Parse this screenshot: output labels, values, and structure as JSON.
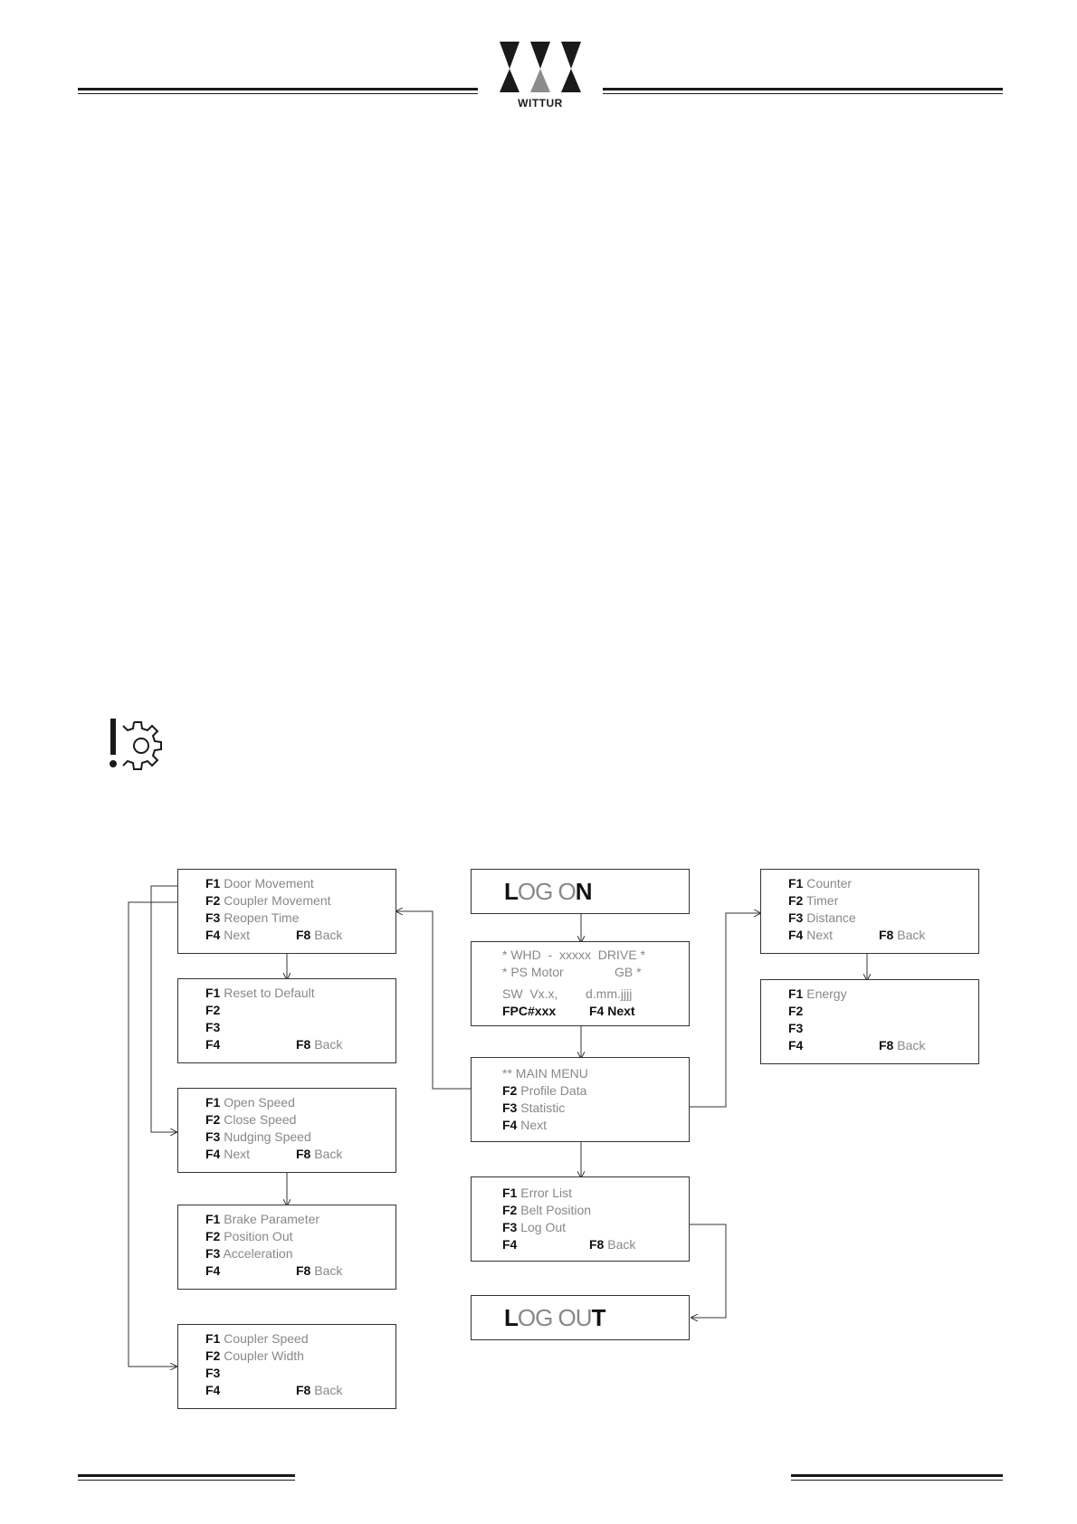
{
  "brand": {
    "name": "WITTUR"
  },
  "icons": {
    "logo": "wittur-logo",
    "caution": "caution-gear-icon"
  },
  "colors": {
    "ink": "#1a1a1a",
    "logo_gray": "#8c8c8c"
  },
  "diagram": {
    "log_on": {
      "first": "L",
      "rest": "OG O",
      "last": "N"
    },
    "info": {
      "l1": "* WHD  -  xxxxx  DRIVE *",
      "l2a": "* PS Motor",
      "l2b": "GB *",
      "l3a": "SW  Vx.x,",
      "l3b": "d.mm.jjjj",
      "l4a": "FPC#xxx",
      "l4b": "F4 Next"
    },
    "main": {
      "l1": "** MAIN MENU",
      "f2k": "F2",
      "f2t": " Profile Data",
      "f3k": "F3",
      "f3t": " Statistic",
      "f4k": "F4",
      "f4t": " Next"
    },
    "main2": {
      "f1k": "F1",
      "f1t": " Error List",
      "f2k": "F2",
      "f2t": " Belt Position",
      "f3k": "F3",
      "f3t": " Log Out",
      "f4k": "F4",
      "f8k": "F8",
      "f8t": " Back"
    },
    "log_out": {
      "first": "L",
      "rest": "OG OU",
      "last": "T"
    },
    "profile1": {
      "f1k": "F1",
      "f1t": " Door Movement",
      "f2k": "F2",
      "f2t": " Coupler Movement",
      "f3k": "F3",
      "f3t": " Reopen Time",
      "f4k": "F4",
      "f4t": " Next",
      "f8k": "F8",
      "f8t": " Back"
    },
    "profile2": {
      "f1k": "F1",
      "f1t": " Reset to Default",
      "f2k": "F2",
      "f3k": "F3",
      "f4k": "F4",
      "f8k": "F8",
      "f8t": " Back"
    },
    "door1": {
      "f1k": "F1",
      "f1t": " Open Speed",
      "f2k": "F2",
      "f2t": " Close Speed",
      "f3k": "F3",
      "f3t": " Nudging Speed",
      "f4k": "F4",
      "f4t": " Next",
      "f8k": "F8",
      "f8t": " Back"
    },
    "door2": {
      "f1k": "F1",
      "f1t": " Brake Parameter",
      "f2k": "F2",
      "f2t": " Position Out",
      "f3k": "F3",
      "f3t": " Acceleration",
      "f4k": "F4",
      "f8k": "F8",
      "f8t": " Back"
    },
    "coupler": {
      "f1k": "F1",
      "f1t": " Coupler Speed",
      "f2k": "F2",
      "f2t": " Coupler Width",
      "f3k": "F3",
      "f4k": "F4",
      "f8k": "F8",
      "f8t": " Back"
    },
    "stat1": {
      "f1k": "F1",
      "f1t": " Counter",
      "f2k": "F2",
      "f2t": " Timer",
      "f3k": "F3",
      "f3t": " Distance",
      "f4k": "F4",
      "f4t": " Next",
      "f8k": "F8",
      "f8t": " Back"
    },
    "stat2": {
      "f1k": "F1",
      "f1t": " Energy",
      "f2k": "F2",
      "f3k": "F3",
      "f4k": "F4",
      "f8k": "F8",
      "f8t": " Back"
    }
  }
}
